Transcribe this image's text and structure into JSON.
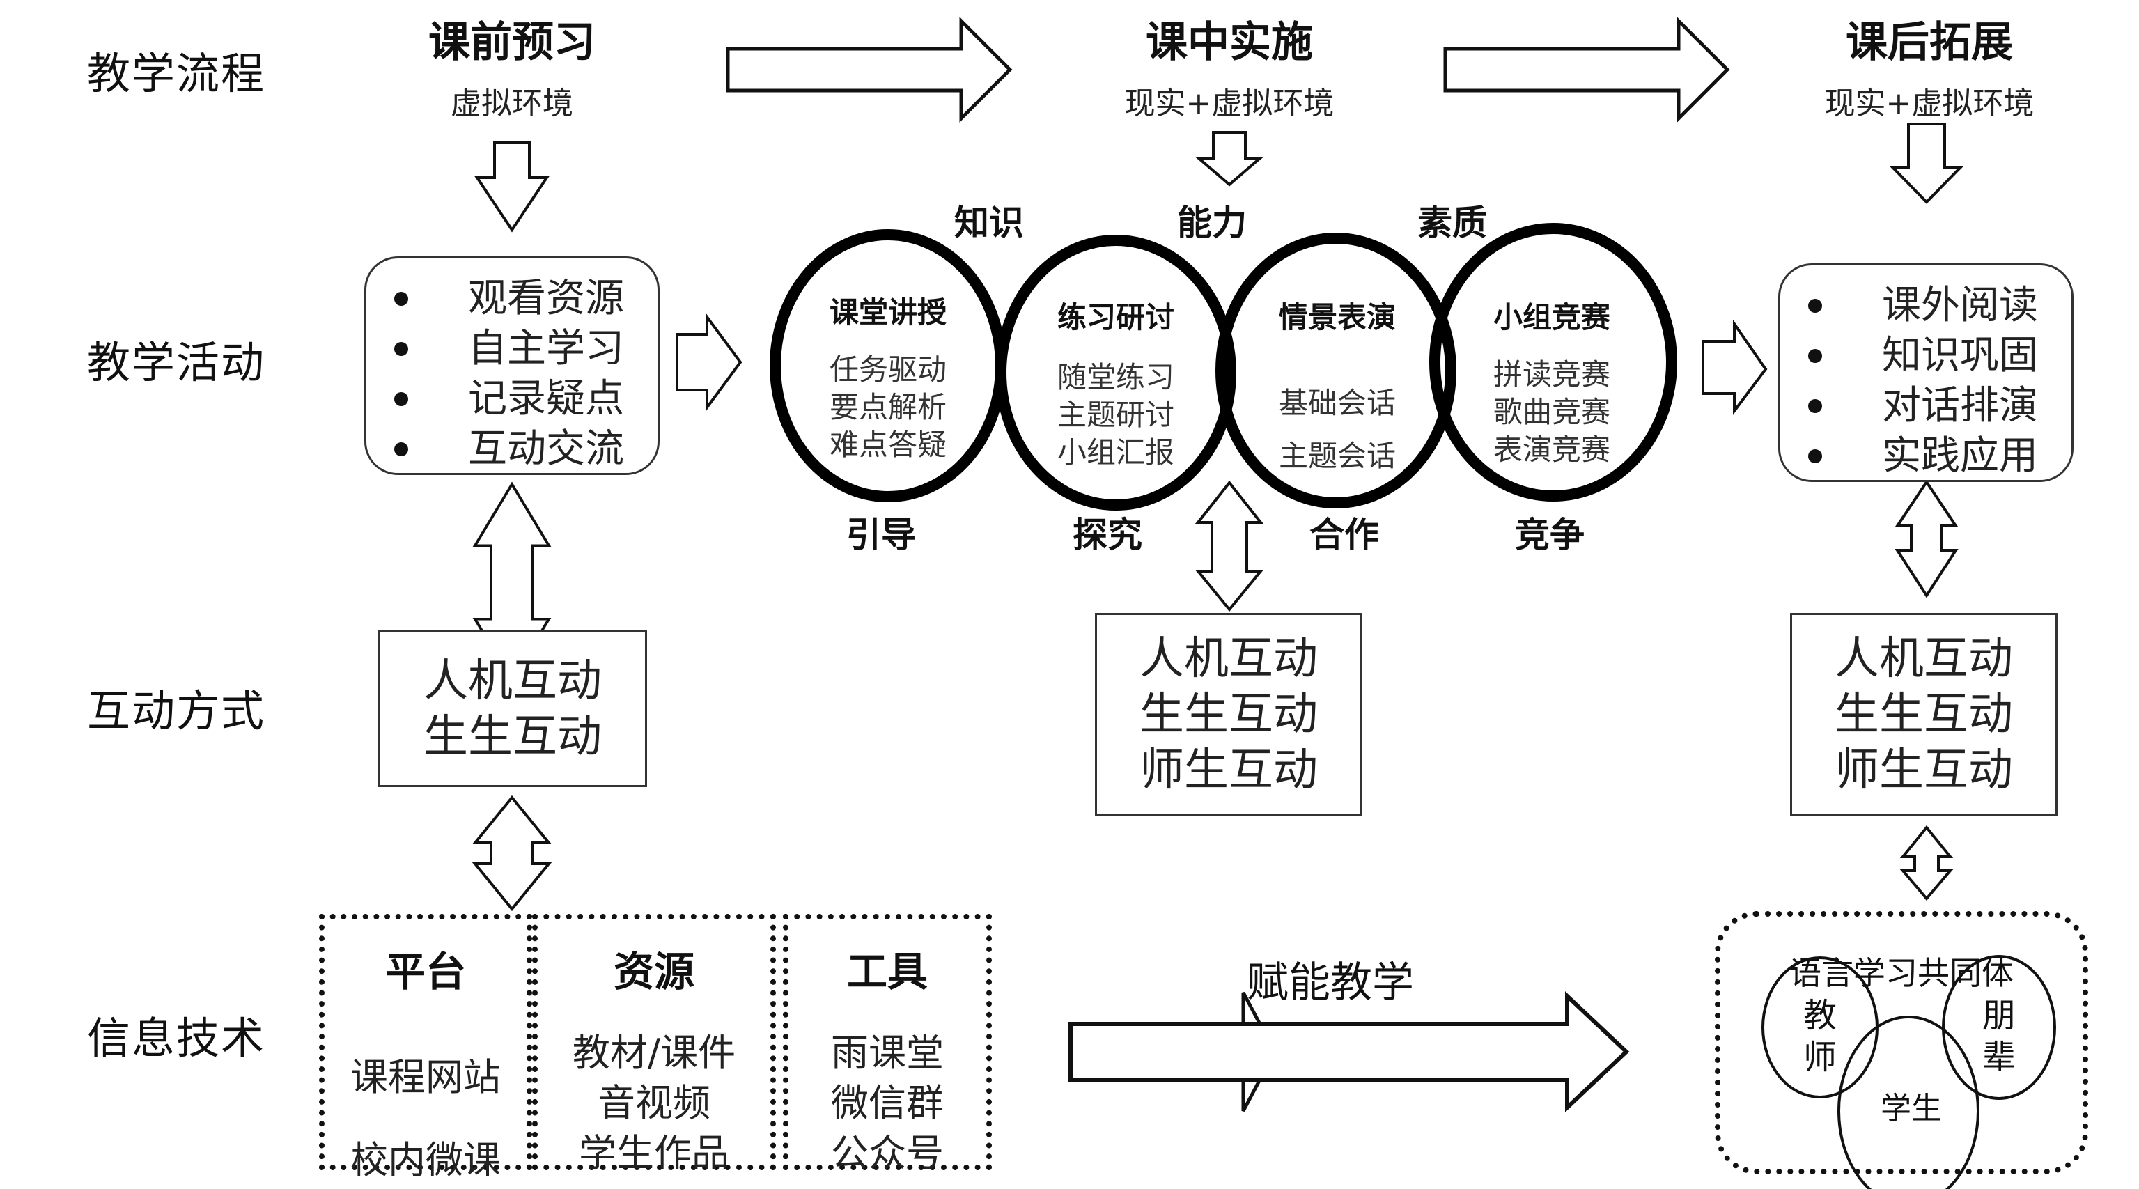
{
  "row_labels": {
    "process": "教学流程",
    "activities": "教学活动",
    "interaction": "互动方式",
    "technology": "信息技术"
  },
  "stages": [
    {
      "title": "课前预习",
      "environment": "虚拟环境"
    },
    {
      "title": "课中实施",
      "environment": "现实+虚拟环境"
    },
    {
      "title": "课后拓展",
      "environment": "现实+虚拟环境"
    }
  ],
  "pre_class_activities": [
    "观看资源",
    "自主学习",
    "记录疑点",
    "互动交流"
  ],
  "post_class_activities": [
    "课外阅读",
    "知识巩固",
    "对话排演",
    "实践应用"
  ],
  "goals": [
    "知识",
    "能力",
    "素质"
  ],
  "in_class_circles": [
    {
      "title": "课堂讲授",
      "items": [
        "任务驱动",
        "要点解析",
        "难点答疑"
      ],
      "mode": "引导"
    },
    {
      "title": "练习研讨",
      "items": [
        "随堂练习",
        "主题研讨",
        "小组汇报"
      ],
      "mode": "探究"
    },
    {
      "title": "情景表演",
      "items": [
        "基础会话",
        "主题会话"
      ],
      "mode": "合作"
    },
    {
      "title": "小组竞赛",
      "items": [
        "拼读竞赛",
        "歌曲竞赛",
        "表演竞赛"
      ],
      "mode": "竞争"
    }
  ],
  "interaction_modes": {
    "pre_class": [
      "人机互动",
      "生生互动"
    ],
    "in_class": [
      "人机互动",
      "生生互动",
      "师生互动"
    ],
    "post_class": [
      "人机互动",
      "生生互动",
      "师生互动"
    ]
  },
  "technology": [
    {
      "heading": "平台",
      "items": [
        "课程网站",
        "校内微课"
      ]
    },
    {
      "heading": "资源",
      "items": [
        "教材/课件",
        "音视频",
        "学生作品"
      ]
    },
    {
      "heading": "工具",
      "items": [
        "雨课堂",
        "微信群",
        "公众号"
      ]
    }
  ],
  "empower_label": "赋能教学",
  "community": {
    "title": "语言学习共同体",
    "members": [
      "教师",
      "学生",
      "朋辈"
    ]
  }
}
